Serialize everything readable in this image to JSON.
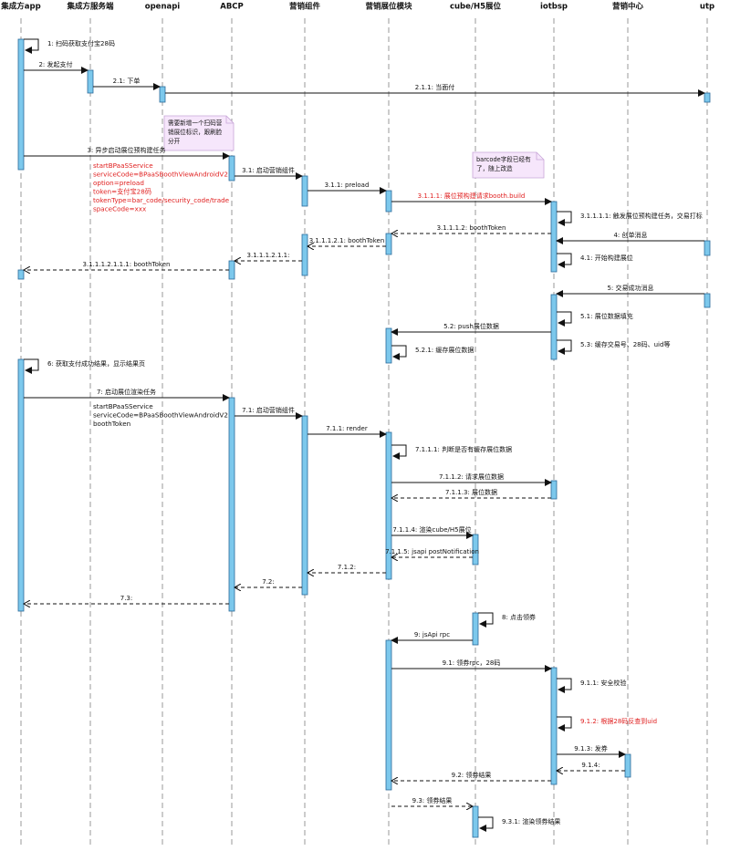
{
  "participants": [
    {
      "id": "app",
      "name": "集成方app"
    },
    {
      "id": "server",
      "name": "集成方服务端"
    },
    {
      "id": "openapi",
      "name": "openapi"
    },
    {
      "id": "abcp",
      "name": "ABCP"
    },
    {
      "id": "mkt",
      "name": "营销组件"
    },
    {
      "id": "booth",
      "name": "营销展位模块"
    },
    {
      "id": "cube",
      "name": "cube/H5展位"
    },
    {
      "id": "iotbsp",
      "name": "iotbsp"
    },
    {
      "id": "center",
      "name": "营销中心"
    },
    {
      "id": "utp",
      "name": "utp"
    }
  ],
  "messages": [
    {
      "label": "1: 扫码获取支付宝28码"
    },
    {
      "label": "2: 发起支付"
    },
    {
      "label": "2.1: 下单"
    },
    {
      "label": "2.1.1: 当面付"
    },
    {
      "label": "3: 异步启动展位预构建任务"
    },
    {
      "label": "3.1: 启动营销组件"
    },
    {
      "label": "3.1.1: preload"
    },
    {
      "label": "3.1.1.1: 展位预构建请求booth.build",
      "color": "#e02020"
    },
    {
      "label": "3.1.1.1.1: 触发展位预构建任务，交易打标"
    },
    {
      "label": "3.1.1.1.2: boothToken"
    },
    {
      "label": "4: 创单消息"
    },
    {
      "label": "3.1.1.1.2.1: boothToken"
    },
    {
      "label": "4.1: 开始构建展位"
    },
    {
      "label": "3.1.1.1.2.1.1:"
    },
    {
      "label": "3.1.1.1.2.1.1.1: boothToken"
    },
    {
      "label": "5: 交易成功消息"
    },
    {
      "label": "5.1: 展位数据填充"
    },
    {
      "label": "5.2: push展位数据"
    },
    {
      "label": "5.3: 缓存交易号、28码、uid等"
    },
    {
      "label": "5.2.1: 缓存展位数据"
    },
    {
      "label": "6: 获取支付成功结果，显示结果页"
    },
    {
      "label": "7: 启动展位渲染任务"
    },
    {
      "label": "7.1: 启动营销组件"
    },
    {
      "label": "7.1.1: render"
    },
    {
      "label": "7.1.1.1: 判断是否有缓存展位数据"
    },
    {
      "label": "7.1.1.2: 请求展位数据"
    },
    {
      "label": "7.1.1.3: 展位数据"
    },
    {
      "label": "7.1.1.4: 渲染cube/H5展位"
    },
    {
      "label": "7.1.1.5: jsapi postNotification"
    },
    {
      "label": "7.1.2:"
    },
    {
      "label": "7.2:"
    },
    {
      "label": "7.3:"
    },
    {
      "label": "8: 点击领券"
    },
    {
      "label": "9: jsApi rpc"
    },
    {
      "label": "9.1: 领券rpc，28码"
    },
    {
      "label": "9.1.1: 安全校验"
    },
    {
      "label": "9.1.2: 根据28码反查到uid",
      "color": "#e02020"
    },
    {
      "label": "9.1.3: 发券"
    },
    {
      "label": "9.1.4:"
    },
    {
      "label": "9.2: 领券结果"
    },
    {
      "label": "9.3: 领券结果"
    },
    {
      "label": "9.3.1: 渲染领券结果"
    }
  ],
  "notes": [
    {
      "lines": [
        "需要新增一个扫码营",
        "销展位标识，跟刷脸",
        "分开"
      ]
    },
    {
      "lines": [
        "barcode字段已经有",
        "了，随上改造"
      ]
    }
  ],
  "params": [
    {
      "color": "#e02020",
      "lines": [
        "startBPaaSService",
        "serviceCode=BPaaSBoothViewAndroidV2",
        "option=preload",
        "token=支付宝28码",
        "tokenType=bar_code/security_code/trade",
        "spaceCode=xxx"
      ]
    },
    {
      "color": "#111111",
      "lines": [
        "startBPaaSService",
        "serviceCode=BPaaSBoothViewAndroidV2",
        "boothToken"
      ]
    }
  ],
  "colors": {
    "activation": "#7cc8ec",
    "activation_border": "#2a6a9a",
    "note_fill": "#f6e6fb",
    "note_border": "#c8a6d8",
    "red_text": "#e02020"
  }
}
